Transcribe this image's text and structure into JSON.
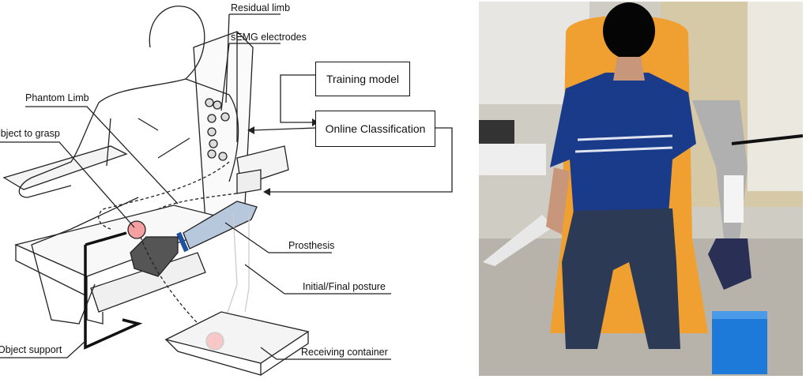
{
  "diagram": {
    "labels": {
      "residual_limb": "Residual limb",
      "semg_electrodes": "sEMG electrodes",
      "phantom_limb": "Phantom Limb",
      "object_to_grasp": "Object to grasp",
      "prosthesis": "Prosthesis",
      "initial_final_posture": "Initial/Final posture",
      "object_support": "Object support",
      "receiving_container": "Receiving container"
    },
    "boxes": {
      "training_model": "Training model",
      "online_classification": "Online Classification"
    },
    "colors": {
      "object": "#f4a0a0",
      "prosthesis": "#b8c8dc",
      "hand": "#555555",
      "wrist": "#1f4fa0"
    }
  },
  "photo": {
    "colors": {
      "chair": "#f0a030",
      "shirt": "#1a3a8a",
      "jeans": "#2c3a55",
      "container": "#1e7ad8"
    }
  }
}
